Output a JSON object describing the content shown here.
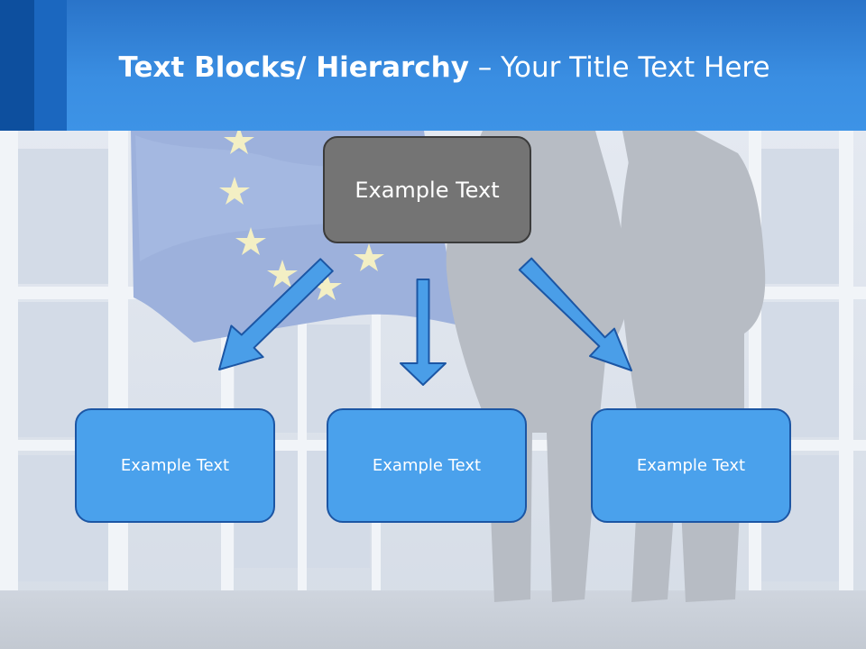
{
  "title": {
    "bold": "Text Blocks/ Hierarchy",
    "regular": " – Your Title Text Here"
  },
  "diagram": {
    "top": {
      "label": "Example Text"
    },
    "children": [
      {
        "label": "Example Text"
      },
      {
        "label": "Example Text"
      },
      {
        "label": "Example Text"
      }
    ]
  },
  "colors": {
    "header": "#3a8ee2",
    "header_dark": "#0d4f9e",
    "top_box": "#747474",
    "child_box": "#4aa1ec",
    "child_border": "#1c56a4",
    "arrow": "#4a9ee8"
  }
}
